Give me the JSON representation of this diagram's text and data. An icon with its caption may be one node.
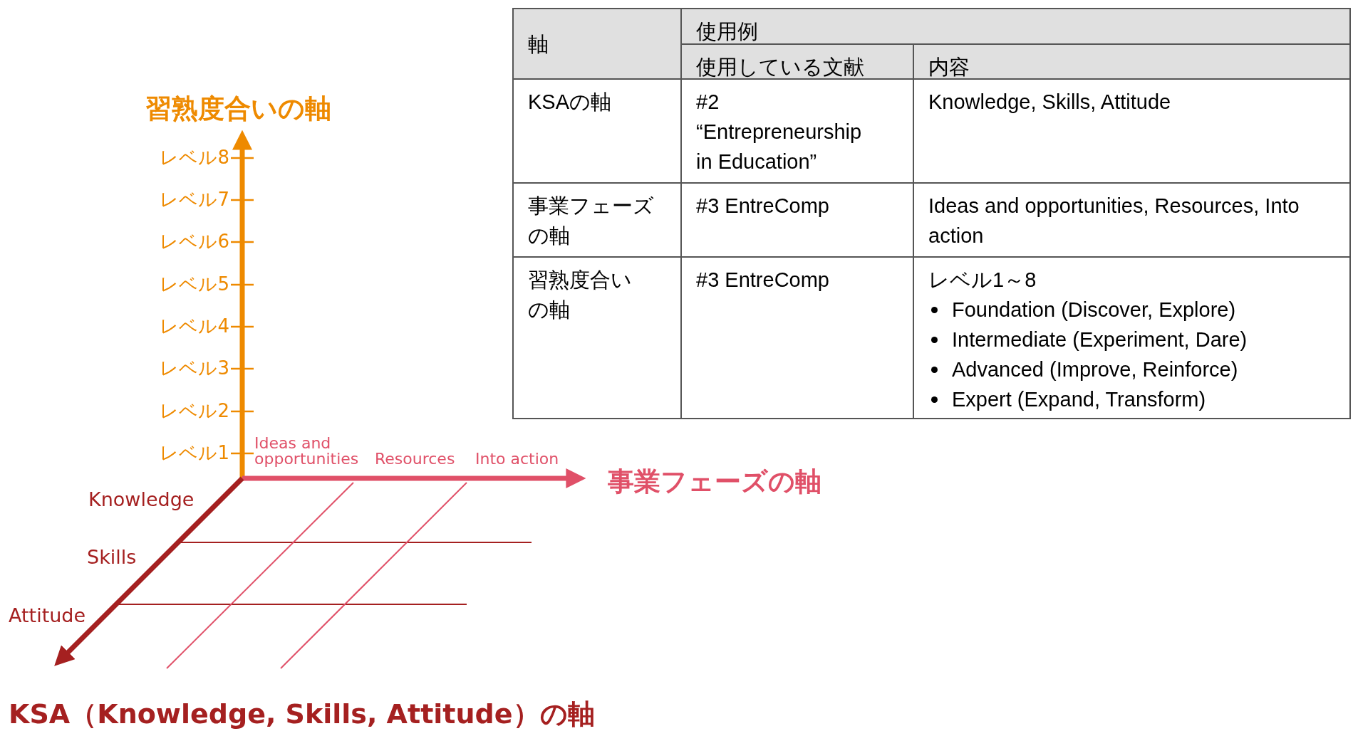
{
  "diagram": {
    "labels": [
      "軸",
      "使用例",
      "使用している文献",
      "内容",
      "KSAの軸",
      "#2 “Entrepreneurship in Education”",
      "Knowledge, Skills, Attitude",
      "事業フェーズの軸",
      "#3 EntreComp",
      "Ideas and opportunities, Resources, Into action",
      "習熟度合いの軸",
      "#3 EntreComp",
      "レベル1～8",
      "Foundation (Discover, Explore)",
      "Intermediate (Experiment, Dare)",
      "Advanced (Improve, Reinforce)",
      "Expert (Expand, Transform)",
      "習熟度合いの軸",
      "レベル8",
      "レベル7",
      "レベル6",
      "レベル5",
      "レベル4",
      "レベル3",
      "レベル2",
      "レベル1",
      "Ideas and opportunities",
      "Resources",
      "Into action",
      "事業フェーズの軸",
      "Knowledge",
      "Skills",
      "Attitude",
      "KSA（Knowledge, Skills, Attitude）の軸"
    ]
  }
}
